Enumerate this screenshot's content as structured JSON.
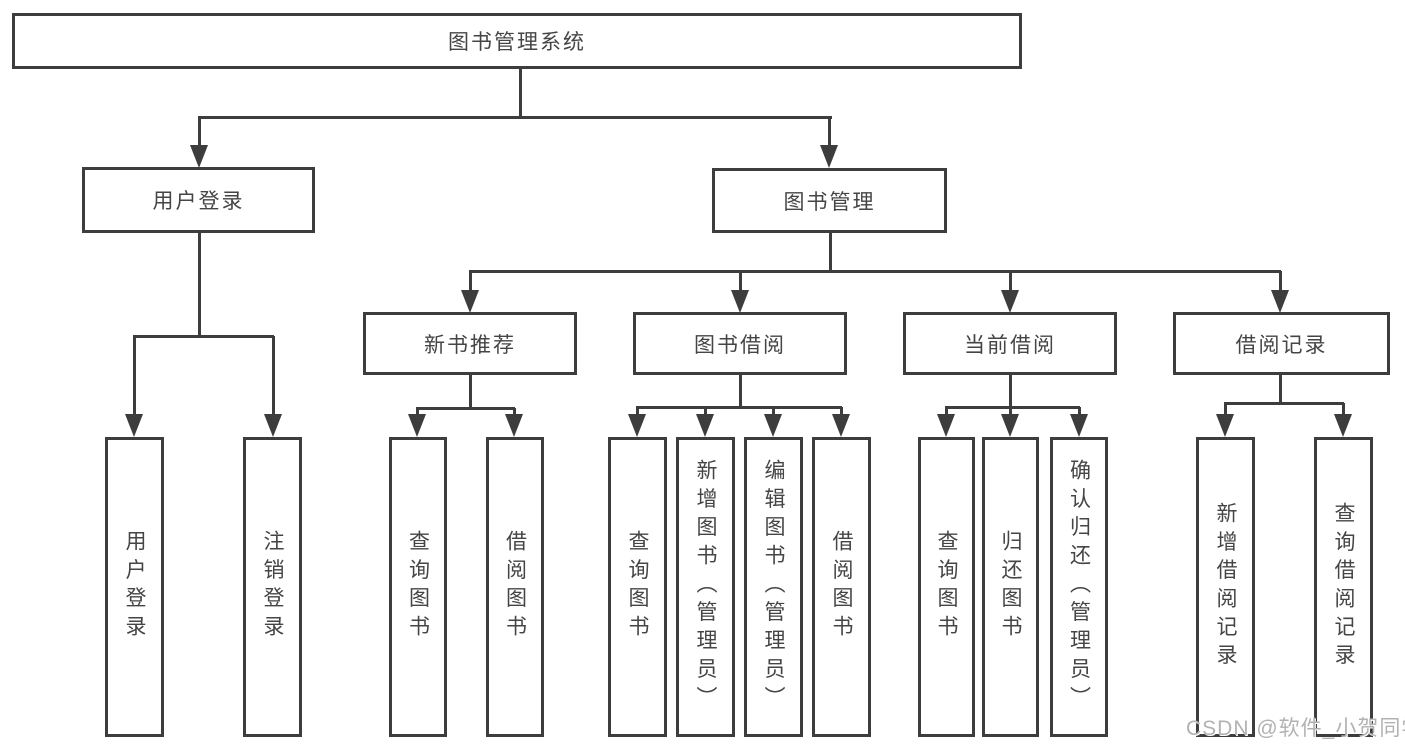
{
  "tree": {
    "root": {
      "label": "图书管理系统"
    },
    "branches": [
      {
        "label": "用户登录",
        "children": [
          {
            "label": "用户登录"
          },
          {
            "label": "注销登录"
          }
        ]
      },
      {
        "label": "图书管理",
        "children": [
          {
            "label": "新书推荐",
            "children": [
              {
                "label": "查询图书"
              },
              {
                "label": "借阅图书"
              }
            ]
          },
          {
            "label": "图书借阅",
            "children": [
              {
                "label": "查询图书"
              },
              {
                "label": "新增图书（管理员）"
              },
              {
                "label": "编辑图书（管理员）"
              },
              {
                "label": "借阅图书"
              }
            ]
          },
          {
            "label": "当前借阅",
            "children": [
              {
                "label": "查询图书"
              },
              {
                "label": "归还图书"
              },
              {
                "label": "确认归还（管理员）"
              }
            ]
          },
          {
            "label": "借阅记录",
            "children": [
              {
                "label": "新增借阅记录"
              },
              {
                "label": "查询借阅记录"
              }
            ]
          }
        ]
      }
    ]
  },
  "watermark": {
    "text": "CSDN @软件_小贺同学"
  },
  "colors": {
    "line": "#3d3d3d",
    "text": "#454545",
    "watermark": "#b2b2b2",
    "background": "#ffffff"
  }
}
